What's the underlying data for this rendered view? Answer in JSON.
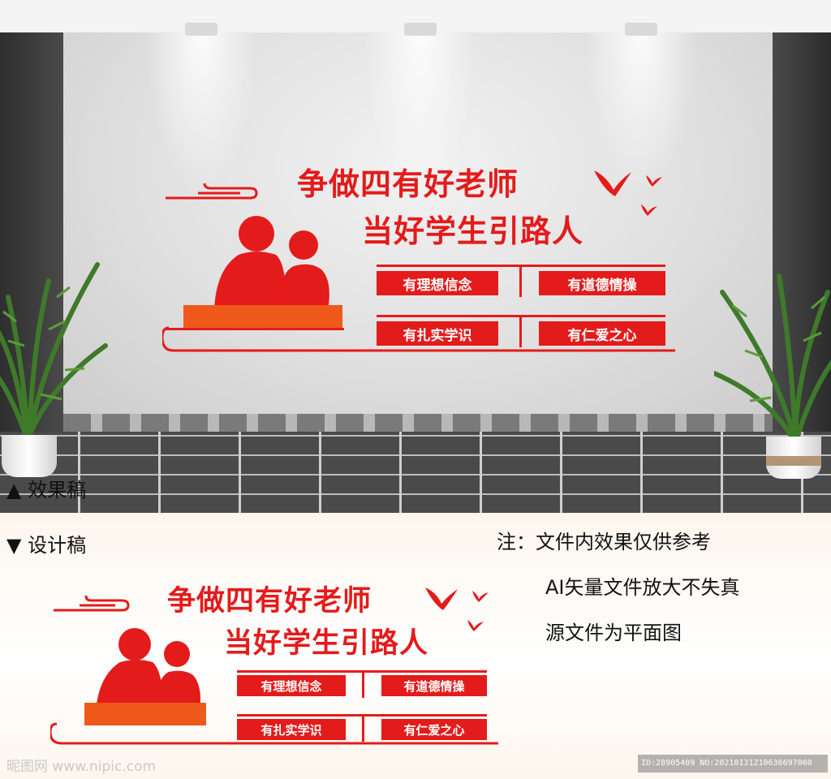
{
  "effect": {
    "label": "效果稿",
    "title_line1": "争做四有好老师",
    "title_line2": "当好学生引路人",
    "badges": [
      "有理想信念",
      "有道德情操",
      "有扎实学识",
      "有仁爱之心"
    ]
  },
  "design": {
    "label": "设计稿",
    "title_line1": "争做四有好老师",
    "title_line2": "当好学生引路人",
    "badges": [
      "有理想信念",
      "有道德情操",
      "有扎实学识",
      "有仁爱之心"
    ]
  },
  "notes": {
    "line1": "注：文件内效果仅供参考",
    "line2": "AI矢量文件放大不失真",
    "line3": "源文件为平面图"
  },
  "footer": {
    "watermark": "昵图网 www.nipic.com",
    "id_text": "ID:28905409 NO:20210131210636697000"
  },
  "colors": {
    "accent": "#e41b1b",
    "book": "#ef5a1c"
  },
  "icons": {
    "triangle_up": "▲",
    "triangle_down": "▼"
  }
}
